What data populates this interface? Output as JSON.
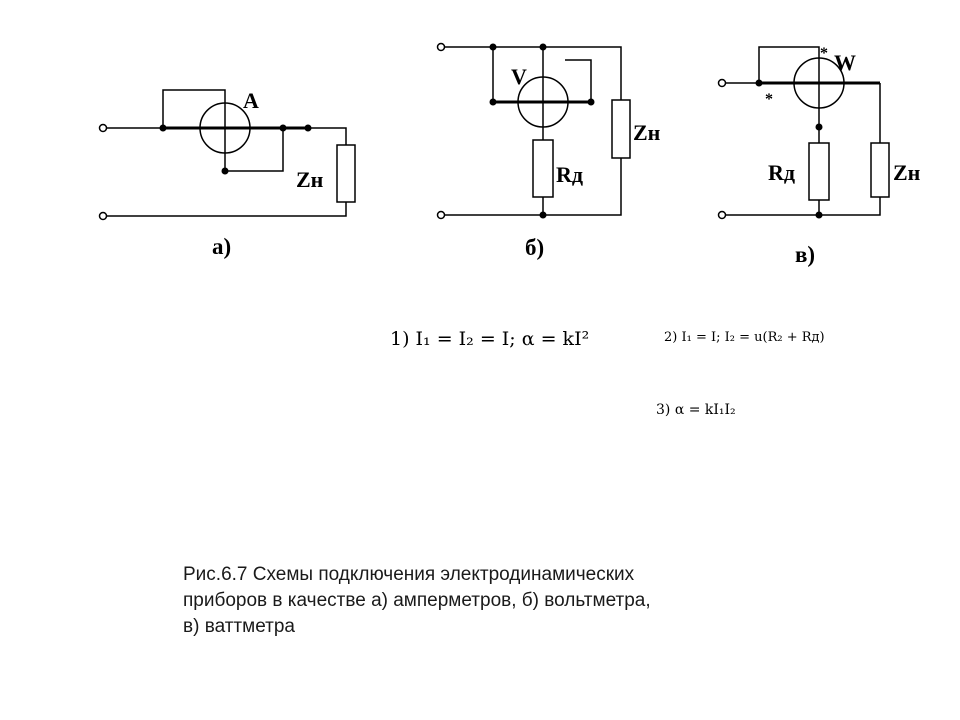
{
  "circuit_a": {
    "meter_label": "A",
    "load_label": "Zн",
    "sublabel": "а)"
  },
  "circuit_b": {
    "meter_label": "V",
    "resistor_label": "Rд",
    "load_label": "Zн",
    "sublabel": "б)"
  },
  "circuit_c": {
    "meter_label": "W",
    "star_mark": "*",
    "resistor_label": "Rд",
    "load_label": "Zн",
    "sublabel": "в)"
  },
  "formulas": {
    "f1": "1) I₁ = I₂ = I; α = kI²",
    "f2": "2) I₁ = I; I₂ = u(R₂ + Rд)",
    "f3": "3) α = kI₁I₂"
  },
  "caption": {
    "line1": "Рис.6.7 Схемы подключения электродинамических",
    "line2": "приборов в качестве а) амперметров, б) вольтметра,",
    "line3": "в) ваттметра"
  }
}
